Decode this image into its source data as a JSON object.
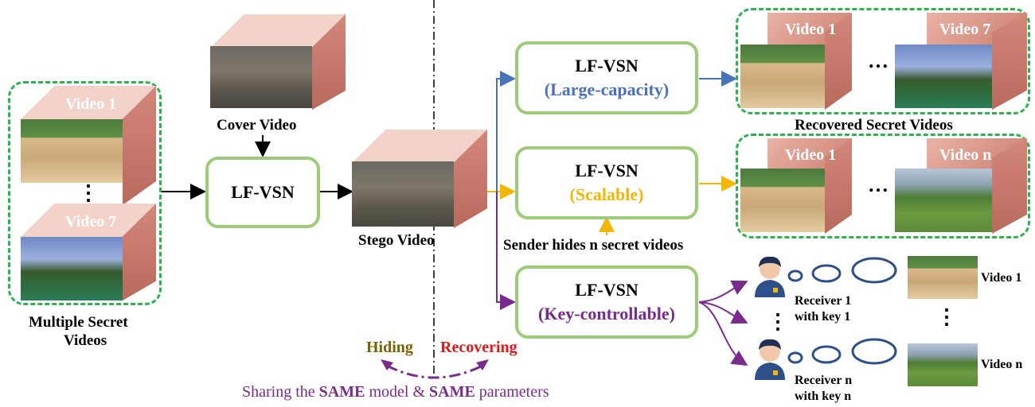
{
  "left": {
    "video_a": "Video 1",
    "video_b": "Video 7",
    "dots": "⋮",
    "caption_line1": "Multiple Secret",
    "caption_line2": "Videos"
  },
  "cover": {
    "caption": "Cover Video"
  },
  "stego": {
    "caption": "Stego Video"
  },
  "center_model": {
    "name": "LF-VSN"
  },
  "branch_large": {
    "name": "LF-VSN",
    "mode": "(Large-capacity)",
    "mode_color": "#4a72b8"
  },
  "branch_scalable": {
    "name": "LF-VSN",
    "mode": "(Scalable)",
    "mode_color": "#f2b705",
    "note": "Sender hides n secret videos"
  },
  "branch_key": {
    "name": "LF-VSN",
    "mode": "(Key-controllable)",
    "mode_color": "#7a2a8c"
  },
  "recovered_top": {
    "video_a": "Video 1",
    "ellipsis": "…",
    "video_b": "Video 7",
    "caption": "Recovered Secret Videos"
  },
  "recovered_mid": {
    "video_a": "Video 1",
    "ellipsis": "…",
    "video_b": "Video n"
  },
  "receivers": [
    {
      "line1": "Receiver 1",
      "line2": "with key 1",
      "video": "Video 1"
    },
    {
      "line1": "Receiver n",
      "line2": "with key n",
      "video": "Video n"
    }
  ],
  "receiver_dots": "⋮",
  "bottom": {
    "hiding": "Hiding",
    "recovering": "Recovering",
    "hiding_color": "#7a6200",
    "recovering_color": "#e01818",
    "sharing_pre": "Sharing the ",
    "same1": "SAME",
    "sharing_mid": " model & ",
    "same2": "SAME",
    "sharing_post": " parameters",
    "sharing_color": "#7a2a8c"
  },
  "colors": {
    "box_border": "#9dcc79",
    "group_border": "#2db34e",
    "blue": "#4a72b8",
    "yellow": "#f2b705",
    "purple": "#7a2a8c"
  }
}
